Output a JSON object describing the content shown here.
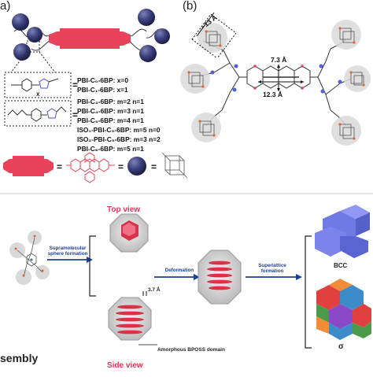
{
  "panels": {
    "a": "a)",
    "b": "(b)"
  },
  "legend": {
    "line1": "PBI-C₀-6BP: x=0",
    "line2": "PBI-C₁-6BP: x=1",
    "line3": "PBI-C₃-6BP: m=2 n=1",
    "line4": "PBI-C₄-6BP: m=3 n=1",
    "line5": "PBI-C₅-6BP: m=4 n=1",
    "line6": "ISO₁-PBI-C₅-6BP: m=5 n=0",
    "line7": "ISO₂-PBI-C₅-6BP: m=3 n=2",
    "line8": "PBI-C₆-6BP: m=5 n=1",
    "x_label": "x"
  },
  "panel_b": {
    "d13": "~13 Å",
    "d73": "7.3 Å",
    "d123": "12.3 Å"
  },
  "bottom": {
    "top_view": "Top view",
    "side_view": "Side view",
    "step1": "Supramolecular sphere formation",
    "step2": "Deformation",
    "step3": "Superlattice formation",
    "spacing": "3.7 Å",
    "domain": "Amorphous BPOSS domain",
    "bcc": "BCC",
    "sigma": "σ",
    "assembly": "sembly"
  },
  "colors": {
    "pbi": "#e8435a",
    "poss": "#3b3f7a",
    "arrow": "#1f3f8f",
    "bcc": "#6f7ae6"
  }
}
